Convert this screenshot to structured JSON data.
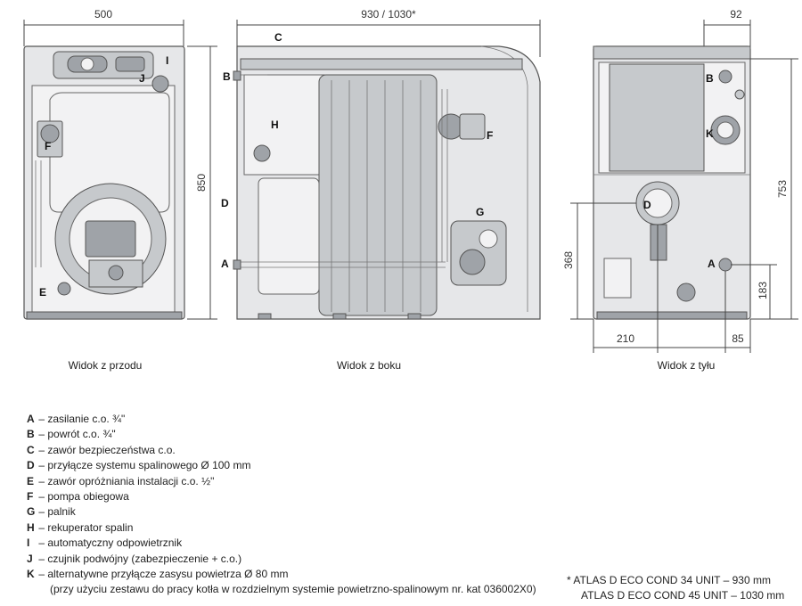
{
  "dimensions": {
    "front_width": "500",
    "side_width": "930 / 1030*",
    "rear_width": "92",
    "height": "850",
    "rear_height": "753",
    "d_height": "368",
    "a_height": "183",
    "rear_bottom_left": "210",
    "rear_bottom_right": "85"
  },
  "labels": {
    "A": "A",
    "B": "B",
    "C": "C",
    "D": "D",
    "E": "E",
    "F": "F",
    "G": "G",
    "H": "H",
    "I": "I",
    "J": "J",
    "K": "K"
  },
  "captions": {
    "front": "Widok z przodu",
    "side": "Widok z boku",
    "rear": "Widok z tyłu"
  },
  "legend": [
    {
      "key": "A",
      "text": " – zasilanie c.o. ¾\""
    },
    {
      "key": "B",
      "text": " – powrót c.o. ¾\""
    },
    {
      "key": "C",
      "text": " – zawór bezpieczeństwa c.o."
    },
    {
      "key": "D",
      "text": " – przyłącze systemu spalinowego Ø 100 mm"
    },
    {
      "key": "E",
      "text": " – zawór opróżniania instalacji c.o. ½\""
    },
    {
      "key": "F",
      "text": " – pompa obiegowa"
    },
    {
      "key": "G",
      "text": " – palnik"
    },
    {
      "key": "H",
      "text": " – rekuperator spalin"
    },
    {
      "key": "I",
      "text": " – automatyczny odpowietrznik"
    },
    {
      "key": "J",
      "text": " – czujnik podwójny (zabezpieczenie + c.o.)"
    },
    {
      "key": "K",
      "text": " – alternatywne przyłącze zasysu powietrza Ø 80 mm"
    }
  ],
  "legend_note": "(przy użyciu zestawu do pracy kotła w rozdzielnym systemie powietrzno-spalinowym nr. kat 036002X0)",
  "footnote": {
    "line1": "*  ATLAS D ECO COND 34 UNIT – 930 mm",
    "line2": "ATLAS D ECO COND 45 UNIT – 1030 mm"
  }
}
